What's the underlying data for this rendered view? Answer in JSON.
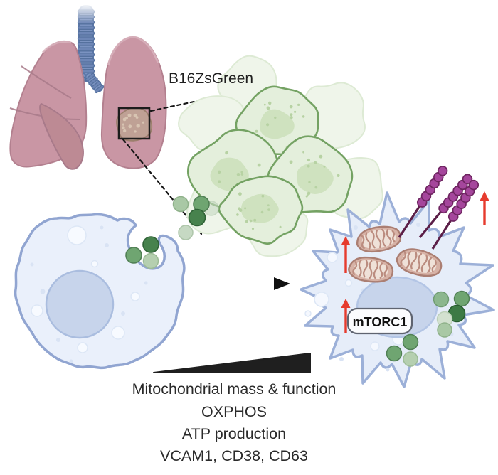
{
  "labels": {
    "tumor_cells": "B16ZsGreen",
    "signaling_complex": "mTORC1"
  },
  "increase_legend": {
    "lines": [
      "Mitochondrial mass & function",
      "OXPHOS",
      "ATP production",
      "VCAM1, CD38, CD63"
    ]
  },
  "palette": {
    "lung_fill": "#c996a4",
    "lung_outline": "#b3808f",
    "lung_lobe_dark": "#bd8a94",
    "lung_highlight": "#dcb6c0",
    "trachea_fill": "#7b93c1",
    "trachea_line": "#5a77a8",
    "tumor_fill": "#bfa195",
    "tumor_line": "#9c7f6d",
    "tumor_cell_fill": "#e4efdc",
    "tumor_cell_line": "#74a263",
    "tumor_cell_nucleus": "#cfe2bf",
    "ghost_cell_fill": "#eff5ea",
    "ghost_cell_line": "#ddead4",
    "macrophage_fill": "#eaf0fb",
    "macrophage_line": "#91a5d1",
    "activated_fill": "#e6edf9",
    "activated_line": "#9cb0d8",
    "nucleus_fill": "#c7d4eb",
    "nucleus_line": "#aabddf",
    "mito_outer": "#d7b2a6",
    "mito_line": "#ab7e72",
    "mito_inner": "#efe1d8",
    "cristae_line": "#bb8c7f",
    "vesicle_dark": "#47824d",
    "vesicle_medium": "#6fa571",
    "vesicle_light": "#a9c8a5",
    "vesicle_pale": "#c6d9c3",
    "chain_bead": "#a5469c",
    "chain_bead_line": "#6e2560",
    "chain_stem": "#5b1e47",
    "arrow_red": "#e63b2e",
    "arrow_black": "#111111",
    "triangle_black": "#1f1f1f",
    "text_color": "#2a2a2a"
  }
}
